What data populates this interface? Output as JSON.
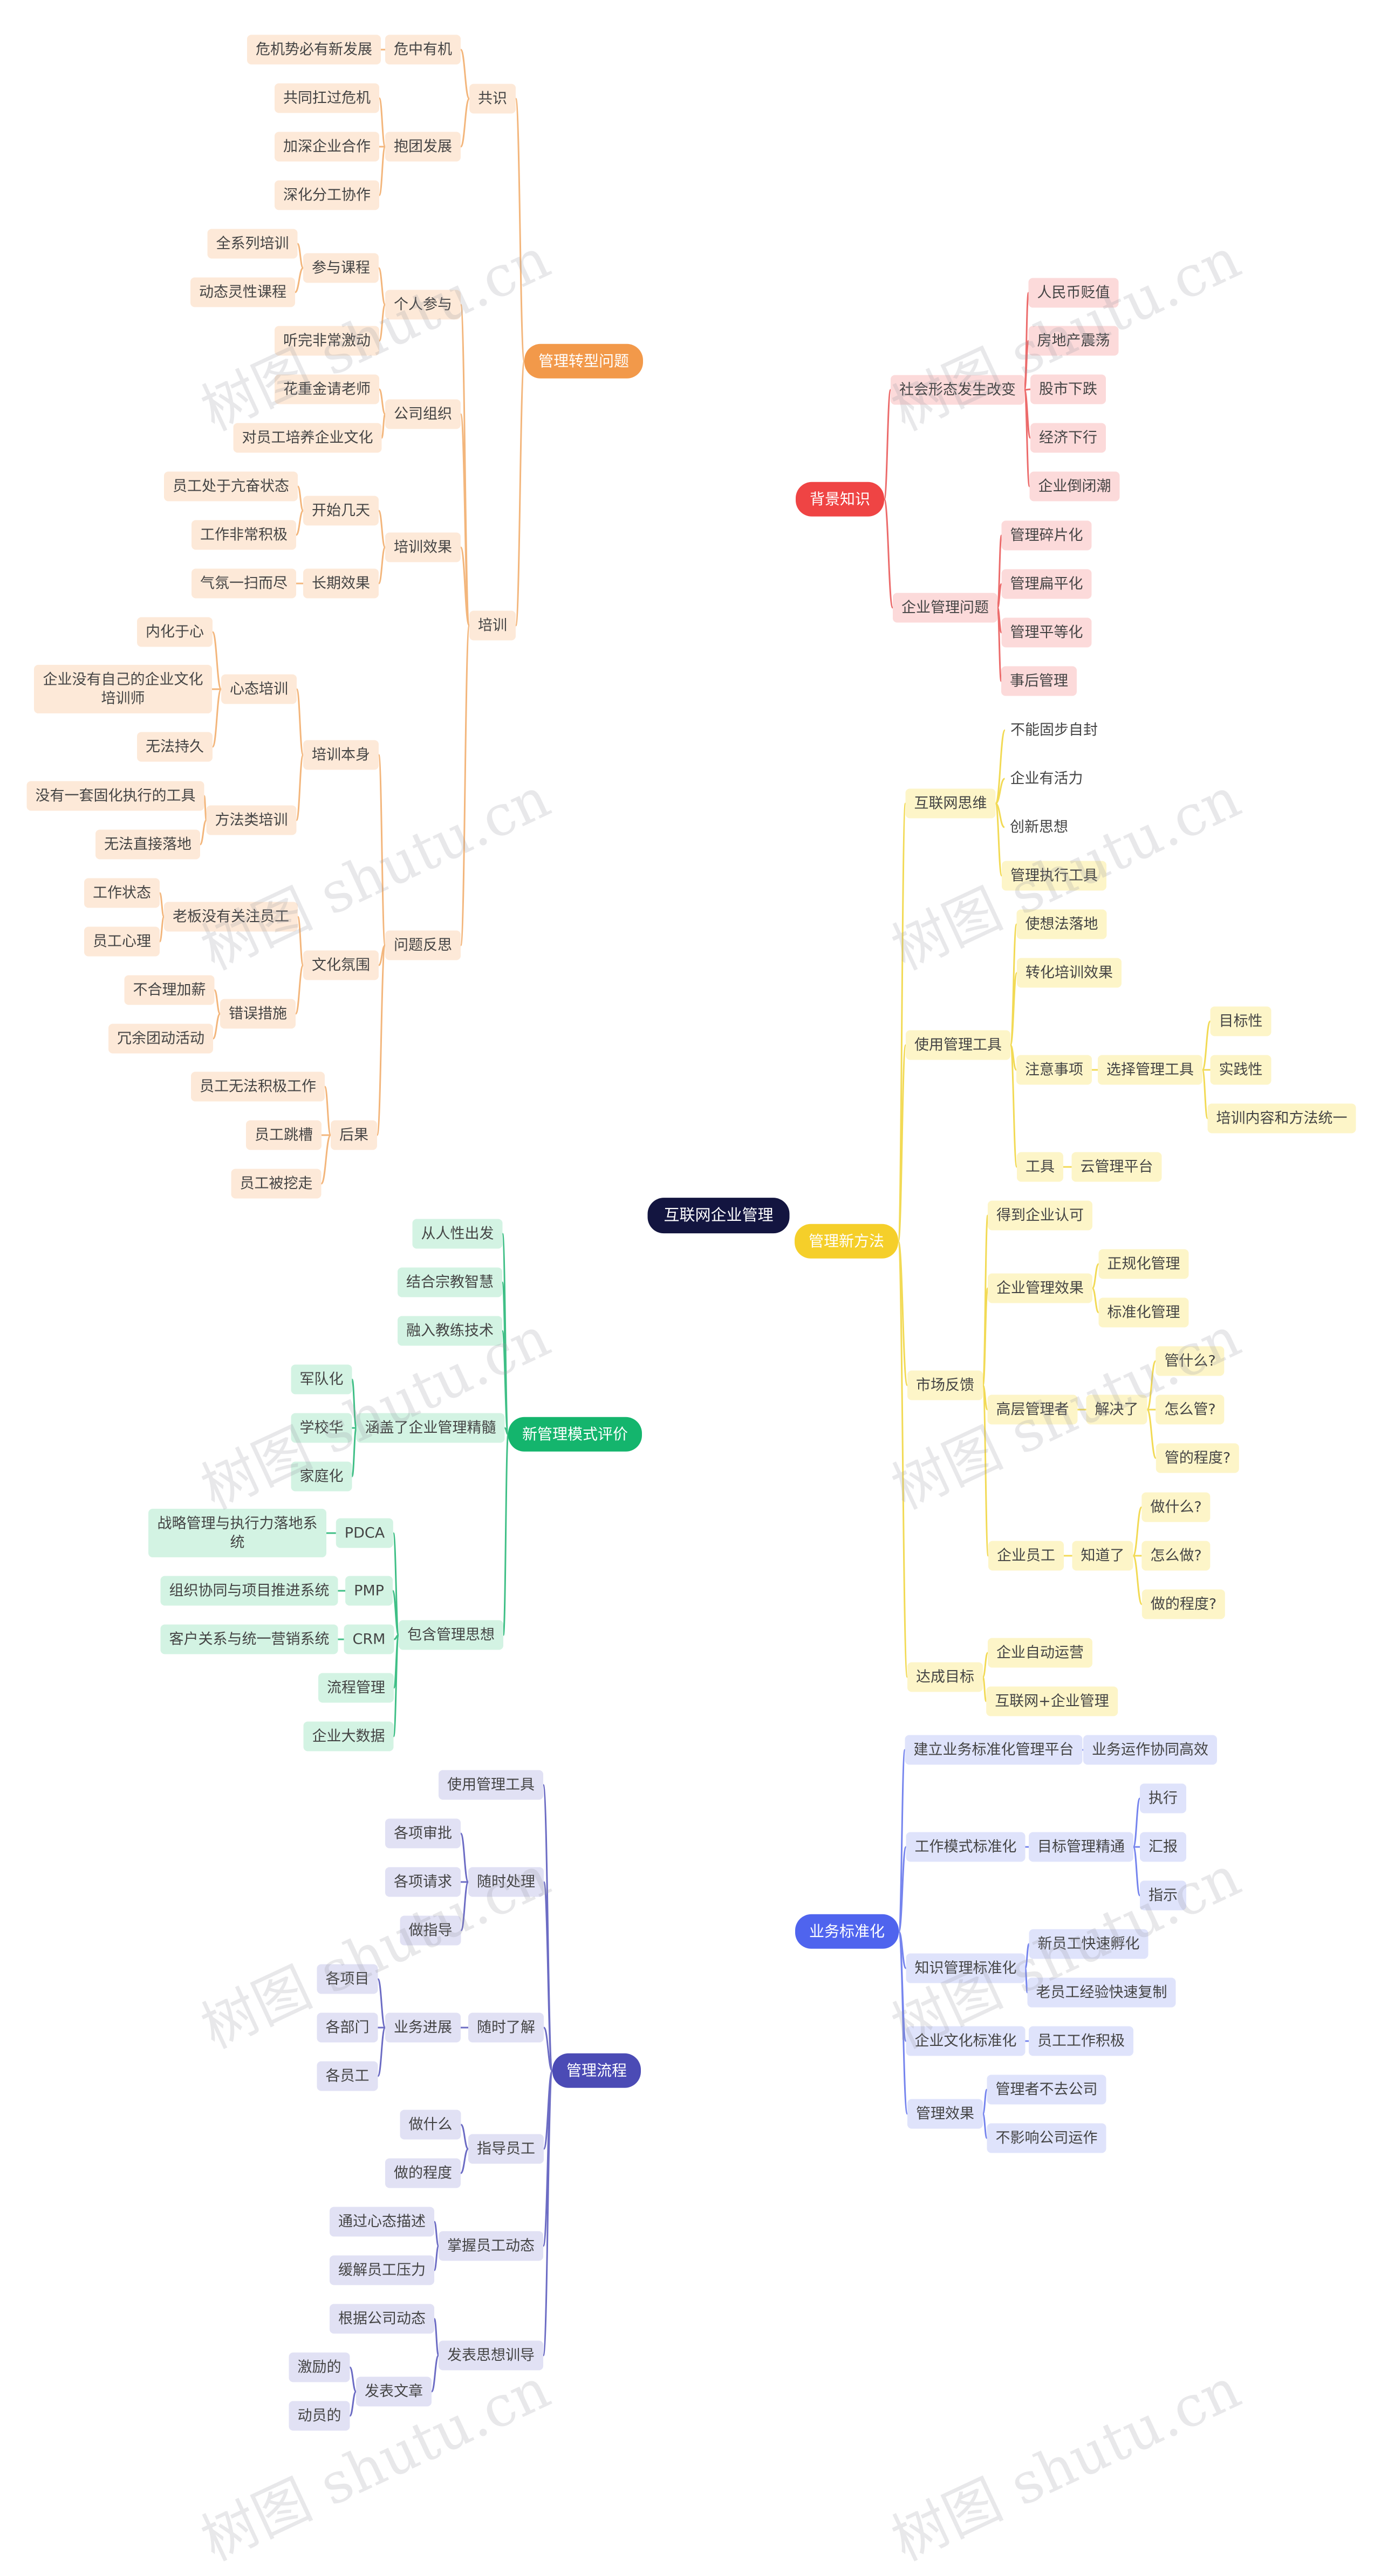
{
  "colors": {
    "root": "#131540",
    "orange": "#f2994a",
    "orange_bg": "#fde9d8",
    "orange_line": "#f3b67c",
    "red": "#ef4444",
    "red_bg": "#fcdada",
    "red_line": "#ec6b6b",
    "yellow": "#f5cf2a",
    "yellow_bg": "#fdf5c8",
    "yellow_line": "#f2da55",
    "green": "#14b56d",
    "green_bg": "#d3f3e3",
    "green_line": "#3fbf86",
    "blue": "#4f64ee",
    "blue_bg": "#dfe3fb",
    "blue_line": "#7584ee",
    "indigo": "#4b4bb5",
    "indigo_bg": "#e1e1f4",
    "indigo_line": "#6c6cc4"
  },
  "watermark": "树图 shutu.cn",
  "mindmap": {
    "root": "互联网企业管理",
    "branches": {
      "beijing": {
        "label": "背景知识",
        "shehui": {
          "label": "社会形态发生改变",
          "items": [
            "人民币贬值",
            "房地产震荡",
            "股市下跌",
            "经济下行",
            "企业倒闭潮"
          ]
        },
        "qiye": {
          "label": "企业管理问题",
          "items": [
            "管理碎片化",
            "管理扁平化",
            "管理平等化",
            "事后管理"
          ]
        }
      },
      "zhuanxing": {
        "label": "管理转型问题",
        "gongshi": {
          "label": "共识",
          "weizhong": {
            "label": "危中有机",
            "items": [
              "危机势必有新发展"
            ]
          },
          "baotuan": {
            "label": "抱团发展",
            "items": [
              "共同扛过危机",
              "加深企业合作",
              "深化分工协作"
            ]
          }
        },
        "peixun": {
          "label": "培训",
          "geren": {
            "label": "个人参与",
            "canyu": {
              "label": "参与课程",
              "items": [
                "全系列培训",
                "动态灵性课程"
              ]
            },
            "items": [
              "听完非常激动"
            ]
          },
          "gongsi": {
            "label": "公司组织",
            "items": [
              "花重金请老师",
              "对员工培养企业文化"
            ]
          },
          "xiaoguo": {
            "label": "培训效果",
            "kaishi": {
              "label": "开始几天",
              "items": [
                "员工处于亢奋状态",
                "工作非常积极"
              ]
            },
            "changqi": {
              "label": "长期效果",
              "items": [
                "气氛一扫而尽"
              ]
            }
          }
        },
        "fansi": {
          "label": "问题反思",
          "benshen": {
            "label": "培训本身",
            "xintai": {
              "label": "心态培训",
              "items": [
                "内化于心",
                "企业没有自己的企业文化培训师",
                "无法持久"
              ]
            },
            "fangfa": {
              "label": "方法类培训",
              "items": [
                "没有一套固化执行的工具",
                "无法直接落地"
              ]
            }
          },
          "wenhua": {
            "label": "文化氛围",
            "laoban": {
              "label": "老板没有关注员工",
              "items": [
                "工作状态",
                "员工心理"
              ]
            },
            "cuowu": {
              "label": "错误措施",
              "items": [
                "不合理加薪",
                "冗余团动活动"
              ]
            }
          },
          "houguo": {
            "label": "后果",
            "items": [
              "员工无法积极工作",
              "员工跳槽",
              "员工被挖走"
            ]
          }
        }
      },
      "xinfangfa": {
        "label": "管理新方法",
        "siwei": {
          "label": "互联网思维",
          "items": [
            "不能固步自封",
            "企业有活力",
            "创新思想",
            "管理执行工具"
          ]
        },
        "gongju": {
          "label": "使用管理工具",
          "items": [
            "使想法落地",
            "转化培训效果"
          ],
          "zhuyi": {
            "label": "注意事项",
            "xuanze": {
              "label": "选择管理工具",
              "items": [
                "目标性",
                "实践性",
                "培训内容和方法统一"
              ]
            }
          },
          "tool": {
            "label": "工具",
            "items": [
              "云管理平台"
            ]
          }
        },
        "fankui": {
          "label": "市场反馈",
          "items": [
            "得到企业认可"
          ],
          "xiaoguo": {
            "label": "企业管理效果",
            "items": [
              "正规化管理",
              "标准化管理"
            ]
          },
          "gaoceng": {
            "label": "高层管理者",
            "jiejue": {
              "label": "解决了",
              "items": [
                "管什么?",
                "怎么管?",
                "管的程度?"
              ]
            }
          },
          "yuangong": {
            "label": "企业员工",
            "zhidao": {
              "label": "知道了",
              "items": [
                "做什么?",
                "怎么做?",
                "做的程度?"
              ]
            }
          }
        },
        "mubiao": {
          "label": "达成目标",
          "items": [
            "企业自动运营",
            "互联网+企业管理"
          ]
        }
      },
      "pingjia": {
        "label": "新管理模式评价",
        "items": [
          "从人性出发",
          "结合宗教智慧",
          "融入教练技术"
        ],
        "hangai": {
          "label": "涵盖了企业管理精髓",
          "items": [
            "军队化",
            "学校华",
            "家庭化"
          ]
        },
        "baohan": {
          "label": "包含管理思想",
          "pdca": {
            "label": "PDCA",
            "items": [
              "战略管理与执行力落地系统"
            ]
          },
          "pmp": {
            "label": "PMP",
            "items": [
              "组织协同与项目推进系统"
            ]
          },
          "crm": {
            "label": "CRM",
            "items": [
              "客户关系与统一营销系统"
            ]
          },
          "items": [
            "流程管理",
            "企业大数据"
          ]
        }
      },
      "biaozhun": {
        "label": "业务标准化",
        "pingtai": {
          "label": "建立业务标准化管理平台",
          "items": [
            "业务运作协同高效"
          ]
        },
        "gongzuo": {
          "label": "工作模式标准化",
          "mubiao": {
            "label": "目标管理精通",
            "items": [
              "执行",
              "汇报",
              "指示"
            ]
          }
        },
        "zhishi": {
          "label": "知识管理标准化",
          "items": [
            "新员工快速孵化",
            "老员工经验快速复制"
          ]
        },
        "wenhua": {
          "label": "企业文化标准化",
          "items": [
            "员工工作积极"
          ]
        },
        "xiaoguo": {
          "label": "管理效果",
          "items": [
            "管理者不去公司",
            "不影响公司运作"
          ]
        }
      },
      "liucheng": {
        "label": "管理流程",
        "items": [
          "使用管理工具"
        ],
        "suishi": {
          "label": "随时处理",
          "items": [
            "各项审批",
            "各项请求",
            "做指导"
          ]
        },
        "liaojie": {
          "label": "随时了解",
          "jinzhan": {
            "label": "业务进展",
            "items": [
              "各项目",
              "各部门",
              "各员工"
            ]
          }
        },
        "zhidao": {
          "label": "指导员工",
          "items": [
            "做什么",
            "做的程度"
          ]
        },
        "dongtai": {
          "label": "掌握员工动态",
          "items": [
            "通过心态描述",
            "缓解员工压力"
          ]
        },
        "xunhao": {
          "label": "发表思想训导",
          "items": [
            "根据公司动态"
          ],
          "wenzhang": {
            "label": "发表文章",
            "items": [
              "激励的",
              "动员的"
            ]
          }
        }
      }
    }
  }
}
